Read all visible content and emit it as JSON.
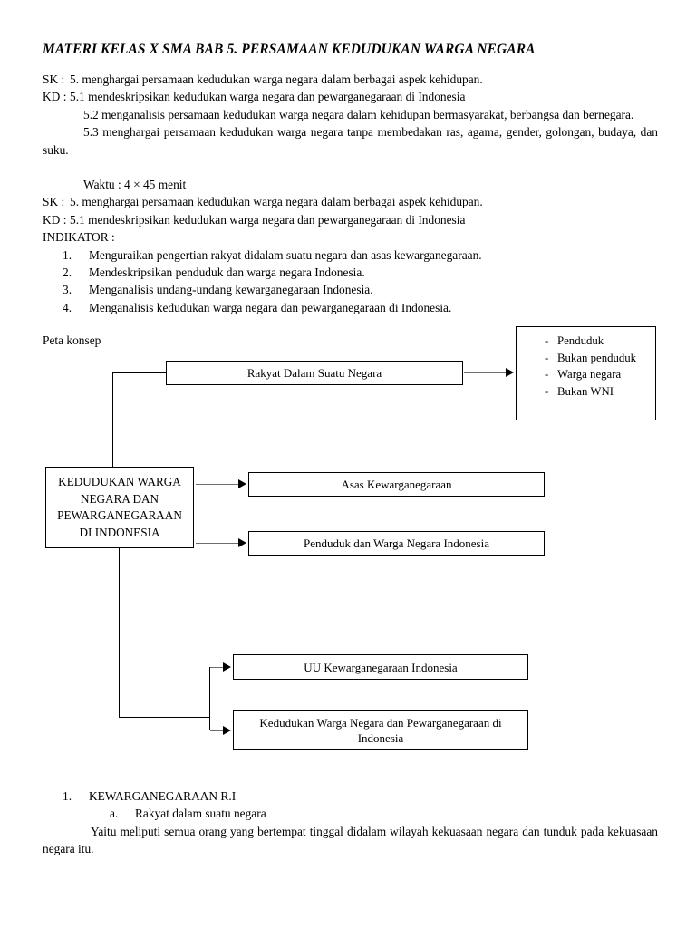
{
  "document": {
    "title": "MATERI KELAS X SMA BAB 5. PERSAMAAN KEDUDUKAN WARGA NEGARA"
  },
  "standards": {
    "sk_label": "SK :",
    "sk_text": "5. menghargai persamaan kedudukan warga negara dalam berbagai aspek kehidupan.",
    "kd_label": "KD :",
    "kd_text": "5.1 mendeskripsikan kedudukan warga negara dan pewarganegaraan di Indonesia",
    "kd_52": "5.2 menganalisis persamaan kedudukan warga negara dalam kehidupan bermasyarakat, berbangsa dan bernegara.",
    "kd_53": "5.3 menghargai persamaan kedudukan warga negara tanpa membedakan ras, agama, gender, golongan, budaya, dan suku."
  },
  "session": {
    "waktu": "Waktu : 4 × 45 menit",
    "sk_label": "SK :",
    "sk_text": "5. menghargai persamaan kedudukan warga negara dalam berbagai aspek kehidupan.",
    "kd_label": "KD :",
    "kd_text": "5.1 mendeskripsikan kedudukan warga negara dan pewarganegaraan di Indonesia",
    "indikator_label": "INDIKATOR :",
    "indikator": [
      {
        "num": "1.",
        "text": "Menguraikan pengertian rakyat didalam suatu negara dan asas kewarganegaraan."
      },
      {
        "num": "2.",
        "text": "Mendeskripsikan penduduk dan warga negara Indonesia."
      },
      {
        "num": "3.",
        "text": "Menganalisis undang-undang kewarganegaraan Indonesia."
      },
      {
        "num": "4.",
        "text": "Menganalisis kedudukan warga negara dan pewarganegaraan di Indonesia."
      }
    ]
  },
  "diagram": {
    "caption": "Peta konsep",
    "root_box": "KEDUDUKAN WARGA NEGARA DAN PEWARGANEGARAAN DI INDONESIA",
    "box_rakyat": "Rakyat Dalam Suatu Negara",
    "box_asas": "Asas Kewarganegaraan",
    "box_penduduk": "Penduduk dan Warga Negara Indonesia",
    "box_uu": "UU Kewarganegaraan Indonesia",
    "box_kedudukan": "Kedudukan Warga Negara dan Pewarganegaraan di Indonesia",
    "list_box": {
      "dash": "-",
      "items": [
        "Penduduk",
        "Bukan penduduk",
        "Warga negara",
        "Bukan WNI"
      ]
    }
  },
  "bottom": {
    "item_num": "1.",
    "item_title": "KEWARGANEGARAAN R.I",
    "sub_num": "a.",
    "sub_title": "Rakyat dalam suatu negara",
    "paragraph": "Yaitu meliputi semua orang yang bertempat tinggal didalam wilayah kekuasaan negara dan tunduk pada kekuasaan negara itu."
  },
  "colors": {
    "ink": "#000000",
    "page": "#ffffff",
    "connector_gray": "#6d6d6d"
  }
}
